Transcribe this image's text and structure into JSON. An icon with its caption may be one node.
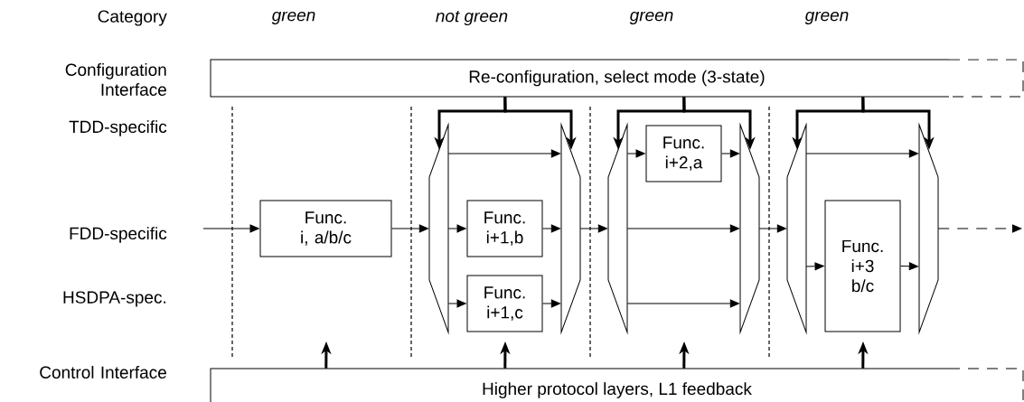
{
  "diagram": {
    "nodes": [
      {
        "text": [
          "Re-configuration, select mode (3-state)"
        ]
      },
      {
        "text": [
          "Func. i, a/b/c"
        ]
      },
      {
        "text": [],
        "shape": "trapezoid"
      },
      {
        "text": [
          "Func. i+1,b"
        ]
      },
      {
        "text": [
          "Func. i+1,c"
        ]
      },
      {
        "text": [],
        "shape": "trapezoid"
      },
      {
        "text": [],
        "shape": "trapezoid"
      },
      {
        "text": [
          "Func. i+2,a"
        ]
      },
      {
        "text": [],
        "shape": "trapezoid"
      },
      {
        "text": [],
        "shape": "trapezoid"
      },
      {
        "text": [
          "Func. i+3 b/c"
        ]
      },
      {
        "text": [],
        "shape": "trapezoid"
      },
      {
        "text": [
          "Higher protocol layers, L1 feedback"
        ]
      }
    ],
    "edges": [
      {
        "from": null,
        "to": 1,
        "arrow": "to"
      },
      {
        "from": 1,
        "to": 2,
        "arrow": "to"
      },
      {
        "from": 2,
        "to": 5,
        "arrow": "to"
      },
      {
        "from": 2,
        "to": 3,
        "arrow": "to"
      },
      {
        "from": 3,
        "to": 5,
        "arrow": "to"
      },
      {
        "from": 2,
        "to": 4,
        "arrow": "to"
      },
      {
        "from": 4,
        "to": 5,
        "arrow": "to"
      },
      {
        "from": 5,
        "to": 6,
        "arrow": "to"
      },
      {
        "from": 6,
        "to": 7,
        "arrow": "to"
      },
      {
        "from": 7,
        "to": 8,
        "arrow": "to"
      },
      {
        "from": 6,
        "to": 8,
        "arrow": "to"
      },
      {
        "from": 6,
        "to": 8,
        "arrow": "to"
      },
      {
        "from": 8,
        "to": 9,
        "arrow": "to"
      },
      {
        "from": 9,
        "to": 11,
        "arrow": "to"
      },
      {
        "from": 9,
        "to": 10,
        "arrow": "to"
      },
      {
        "from": 10,
        "to": 11,
        "arrow": "to"
      },
      {
        "from": 11,
        "to": null,
        "arrow": "to",
        "style": "dashed"
      },
      {
        "from": 0,
        "to": 2,
        "arrow": "to",
        "style": "thick"
      },
      {
        "from": 0,
        "to": 5,
        "arrow": "to",
        "style": "thick"
      },
      {
        "from": 0,
        "to": 6,
        "arrow": "to",
        "style": "thick"
      },
      {
        "from": 0,
        "to": 8,
        "arrow": "to",
        "style": "thick"
      },
      {
        "from": 0,
        "to": 9,
        "arrow": "to",
        "style": "thick"
      },
      {
        "from": 0,
        "to": 11,
        "arrow": "to",
        "style": "thick"
      },
      {
        "from": 12,
        "to": null,
        "arrow": "to",
        "style": "thick"
      },
      {
        "from": 12,
        "to": null,
        "arrow": "to",
        "style": "thick"
      },
      {
        "from": 12,
        "to": null,
        "arrow": "to",
        "style": "thick"
      },
      {
        "from": 12,
        "to": null,
        "arrow": "to",
        "style": "thick"
      }
    ],
    "labels": [
      "Category",
      "green",
      "not green",
      "green",
      "green",
      "Configuration Interface",
      "TDD-specific",
      "FDD-specific",
      "HSDPA-spec.",
      "Control Interface"
    ]
  }
}
